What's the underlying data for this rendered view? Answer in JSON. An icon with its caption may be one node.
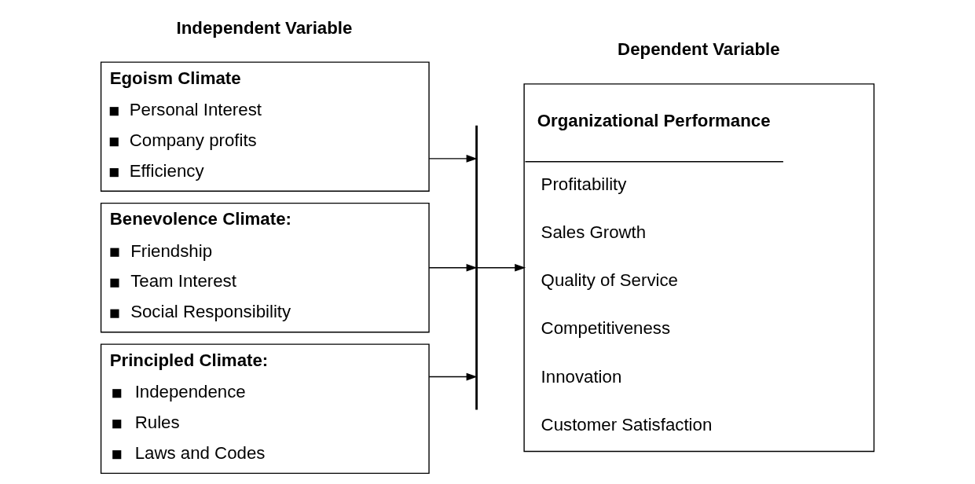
{
  "diagram": {
    "nodes": [
      {
        "text": [
          "Egoism Climate",
          "Personal Interest",
          "Company profits",
          "Efficiency"
        ]
      },
      {
        "text": [
          "Benevolence Climate:",
          "Friendship",
          "Team Interest",
          "Social Responsibility"
        ]
      },
      {
        "text": [
          "Principled Climate:",
          "Independence",
          "Rules",
          "Laws and Codes"
        ]
      },
      {
        "text": [],
        "shape": "bar"
      },
      {
        "text": [
          "Organizational Performance",
          "Profitability",
          "Sales Growth",
          "Quality of Service",
          "Competitiveness",
          "Innovation",
          "Customer Satisfaction"
        ]
      }
    ],
    "edges": [
      {
        "from": 0,
        "to": 3,
        "arrow": "to"
      },
      {
        "from": 1,
        "to": 3,
        "arrow": "to"
      },
      {
        "from": 2,
        "to": 3,
        "arrow": "to"
      },
      {
        "from": 3,
        "to": 4,
        "arrow": "to"
      }
    ],
    "labels": [
      "Independent Variable",
      "Dependent Variable"
    ]
  }
}
